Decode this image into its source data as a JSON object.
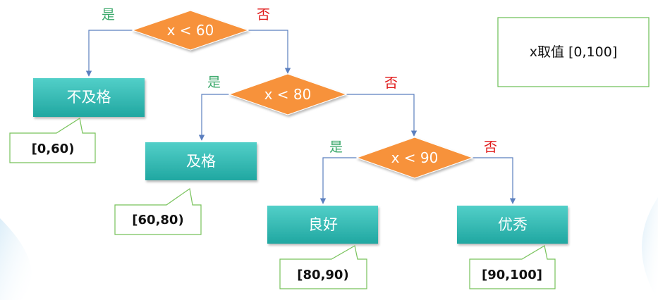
{
  "info": "x取值 [0,100]",
  "decisions": [
    {
      "condition": "x < 60",
      "yes": "是",
      "no": "否"
    },
    {
      "condition": "x < 80",
      "yes": "是",
      "no": "否"
    },
    {
      "condition": "x < 90",
      "yes": "是",
      "no": "否"
    }
  ],
  "results": [
    {
      "label": "不及格",
      "range": "[0,60)"
    },
    {
      "label": "及格",
      "range": "[60,80)"
    },
    {
      "label": "良好",
      "range": "[80,90)"
    },
    {
      "label": "优秀",
      "range": "[90,100]"
    }
  ],
  "colors": {
    "decision": "#f7923a",
    "result_top": "#4ccbc4",
    "result_bottom": "#23a9a3",
    "callout_border": "#77c25a",
    "connector": "#5b7fbf",
    "yes": "#3aa86a",
    "no": "#e01818",
    "info_border": "#6abf53"
  }
}
